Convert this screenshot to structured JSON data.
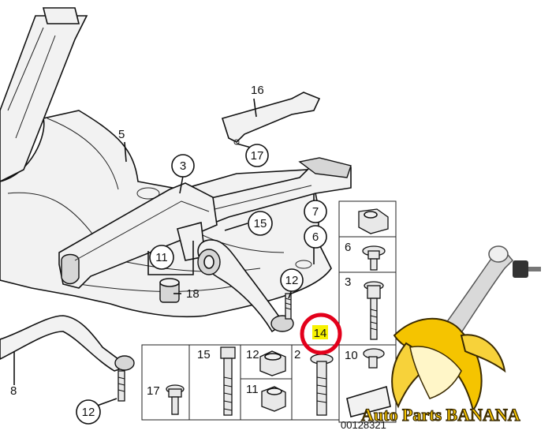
{
  "callouts": [
    "16",
    "17",
    "5",
    "3",
    "7",
    "15",
    "6",
    "11",
    "12",
    "18",
    "8",
    "12"
  ],
  "highlight": {
    "label": "14",
    "color_highlight": "#f7f200",
    "ring_color": "#e3001b"
  },
  "hardware_panel_labels": [
    "6",
    "3",
    "15",
    "12",
    "10",
    "2",
    "17",
    "11"
  ],
  "diagram_number": "00128321",
  "watermark_text": "Auto Parts BANANA",
  "colors": {
    "line": "#111111",
    "part_fill": "#f2f2f2",
    "banana_yellow": "#f5c400",
    "banana_dark": "#3a2a00"
  }
}
